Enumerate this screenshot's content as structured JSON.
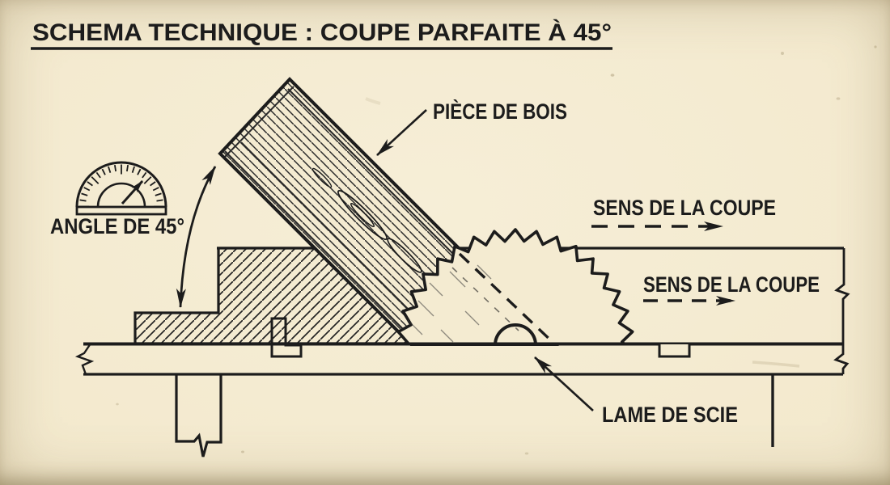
{
  "title": {
    "text": "SCHEMA TECHNIQUE : COUPE PARFAITE À 45°"
  },
  "labels": {
    "wood_piece": "PIÈCE DE BOIS",
    "cut_direction_top": "SENS DE LA COUPE",
    "cut_direction_bottom": "SENS DE LA COUPE",
    "saw_blade": "LAME DE SCIE",
    "angle": "ANGLE DE 45°"
  },
  "diagram": {
    "angle_value": "45°",
    "style": "vintage technical line drawing on aged paper"
  },
  "icons": {
    "protractor": "protractor-gauge-icon"
  },
  "colors": {
    "paper": "#f4ebd1",
    "ink": "#1c1c1c"
  }
}
